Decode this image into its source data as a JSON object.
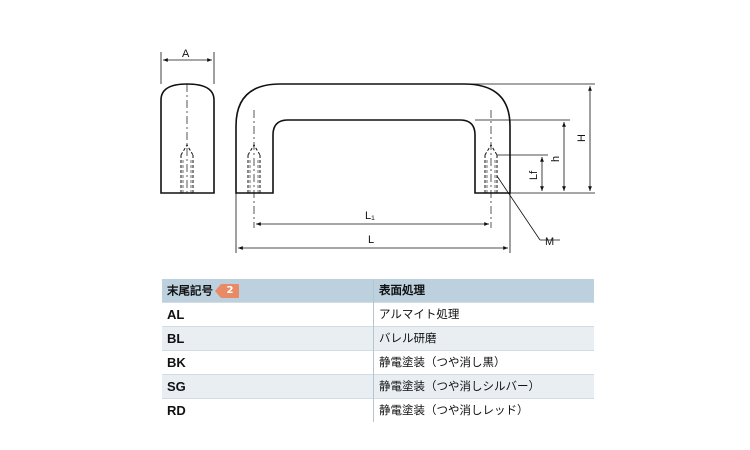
{
  "drawing": {
    "labels": {
      "A": "A",
      "H": "H",
      "h": "h",
      "Lf": "Lf",
      "L1": "L₁",
      "L": "L",
      "M": "M"
    }
  },
  "table": {
    "headers": {
      "code": "末尾記号",
      "badge": "2",
      "finish": "表面処理"
    },
    "rows": [
      {
        "code": "AL",
        "finish": "アルマイト処理"
      },
      {
        "code": "BL",
        "finish": "バレル研磨"
      },
      {
        "code": "BK",
        "finish": "静電塗装（つや消し黒）"
      },
      {
        "code": "SG",
        "finish": "静電塗装（つや消しシルバー）"
      },
      {
        "code": "RD",
        "finish": "静電塗装（つや消しレッド）"
      }
    ]
  }
}
